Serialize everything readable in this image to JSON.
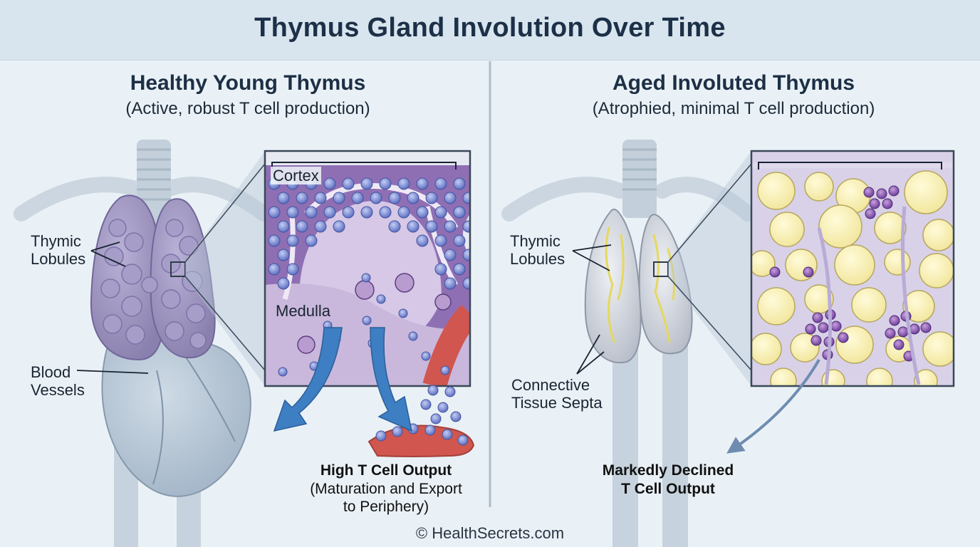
{
  "title": "Thymus Gland Involution Over Time",
  "left": {
    "heading": "Healthy Young Thymus",
    "subheading": "(Active, robust T cell production)",
    "labels": {
      "lobules_1": "Thymic",
      "lobules_2": "Lobules",
      "vessels_1": "Blood",
      "vessels_2": "Vessels",
      "cortex": "Cortex",
      "medulla": "Medulla"
    },
    "output_title": "High T Cell Output",
    "output_line1": "(Maturation and Export",
    "output_line2": "to Periphery)"
  },
  "right": {
    "heading": "Aged Involuted Thymus",
    "subheading": "(Atrophied, minimal T cell production)",
    "labels": {
      "lobules_1": "Thymic",
      "lobules_2": "Lobules",
      "septa_1": "Connective",
      "septa_2": "Tissue Septa"
    },
    "output_line1": "Markedly Declined",
    "output_line2": "T Cell Output"
  },
  "footer": "© HealthSecrets.com",
  "colors": {
    "healthy_lobe": "#9c93bc",
    "t_cell": "#7d8ed4",
    "medulla": "#c9b8dc",
    "fat": "#f5eca3",
    "vessel": "#d0564f",
    "arrow": "#3e7ec3"
  }
}
